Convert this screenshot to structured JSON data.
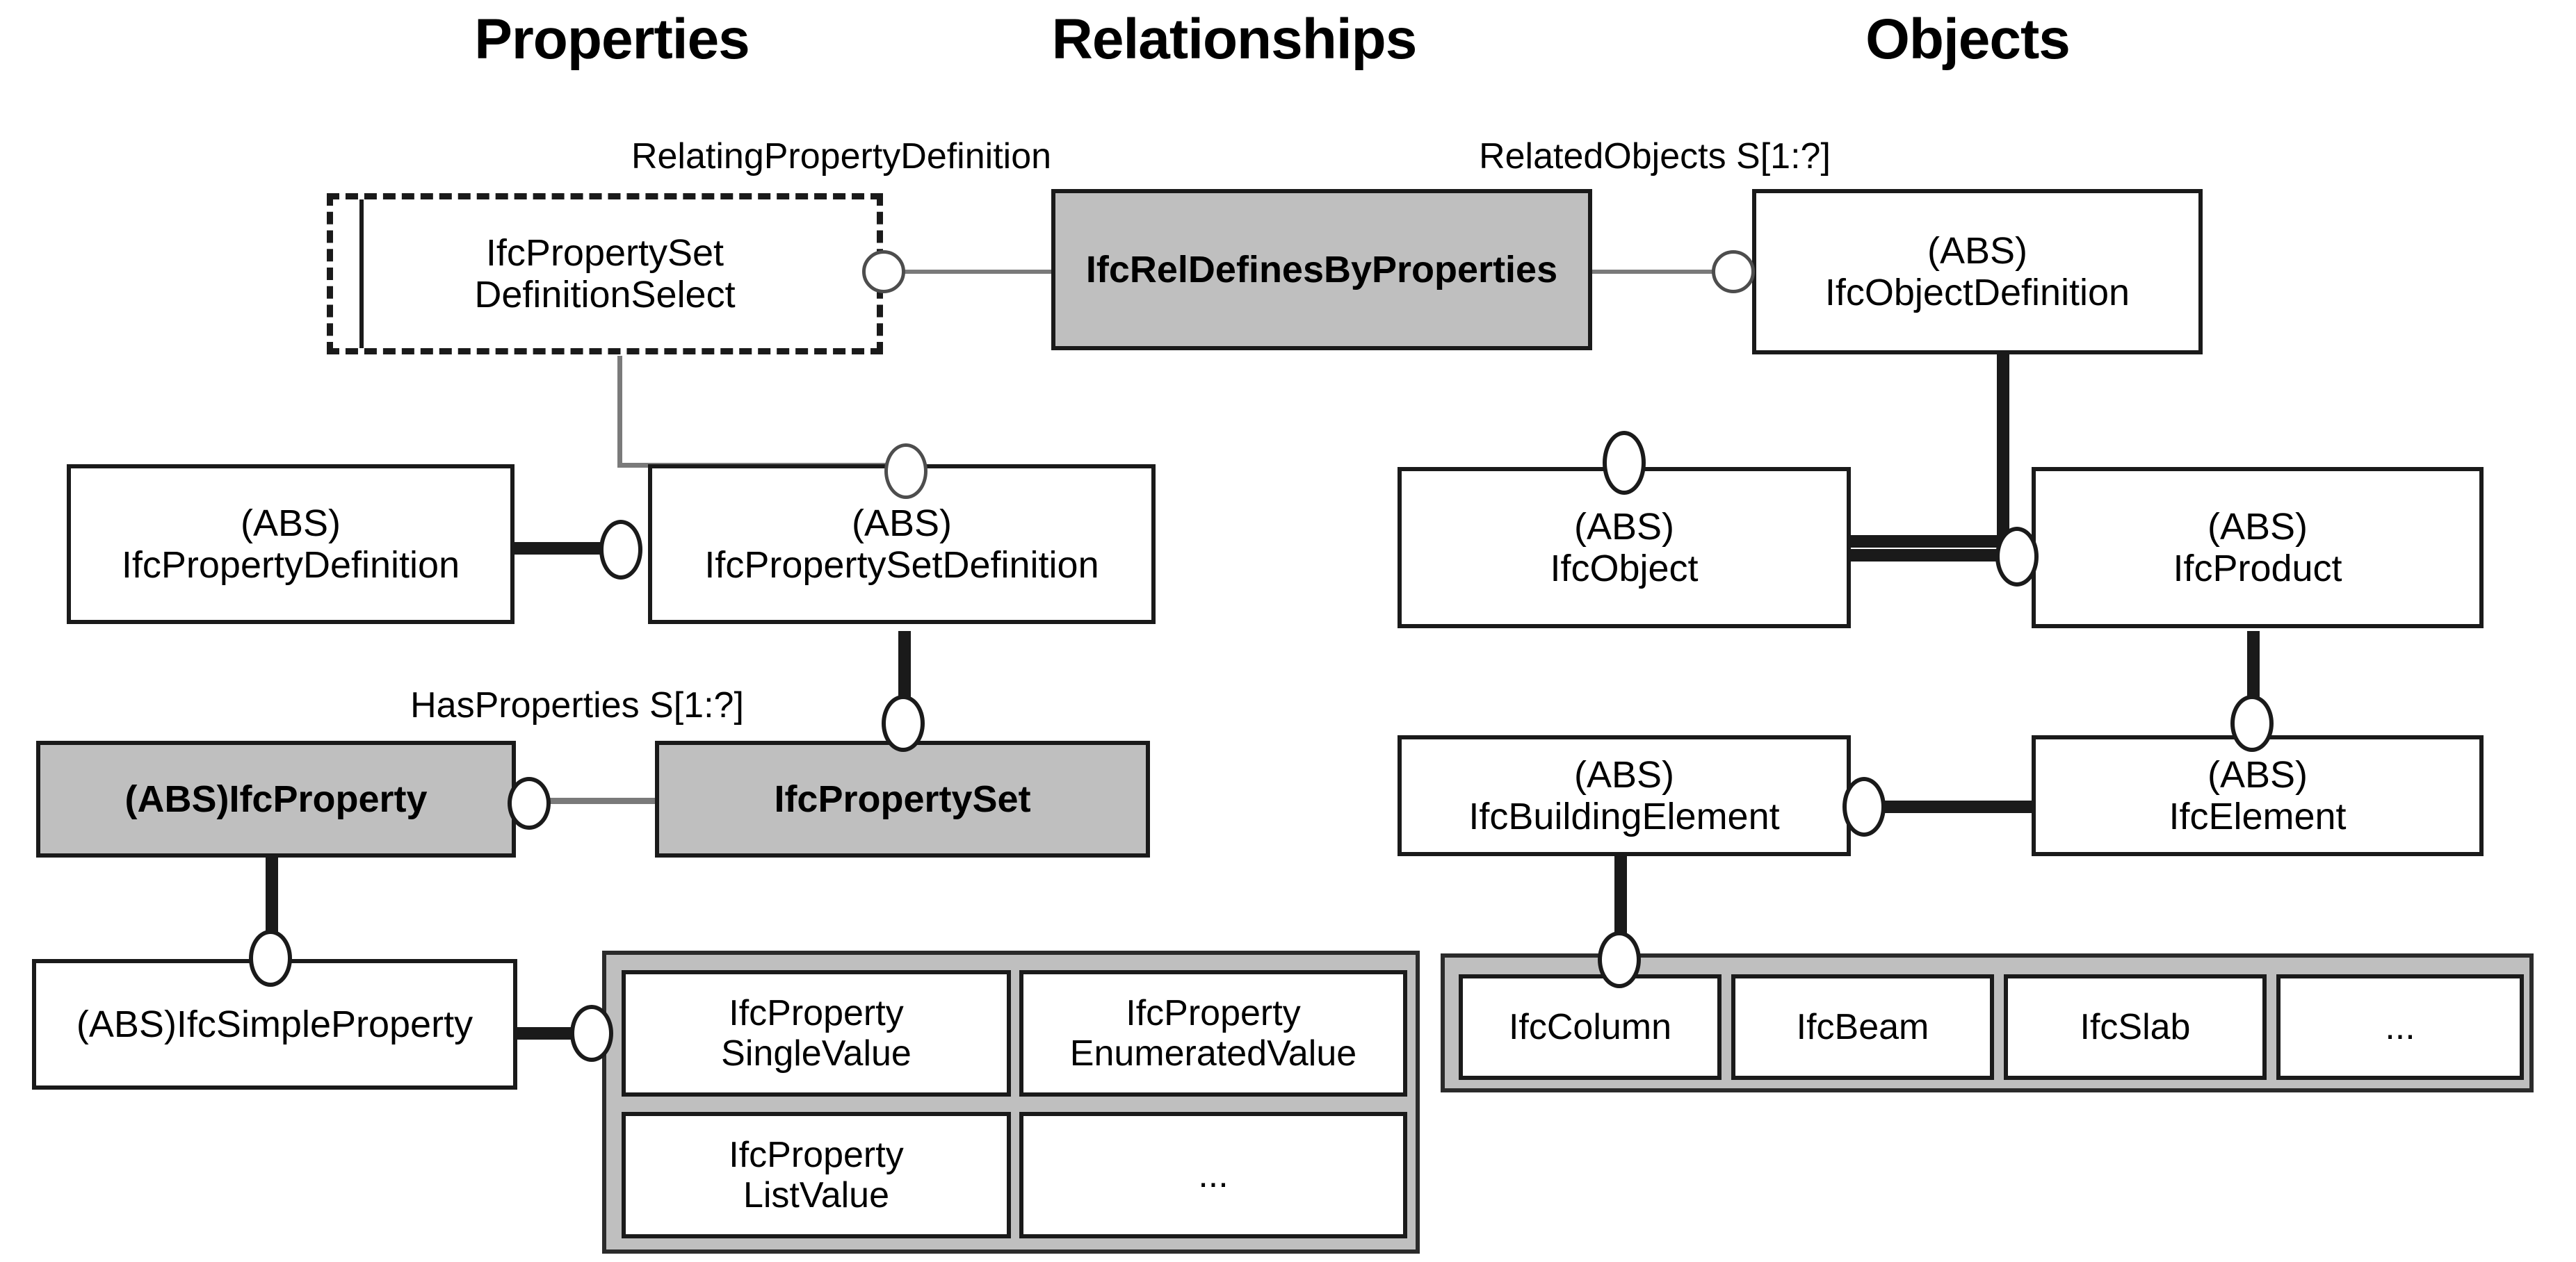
{
  "columns": [
    {
      "label": "Properties"
    },
    {
      "label": "Relationships"
    },
    {
      "label": "Objects"
    }
  ],
  "edge_labels": [
    {
      "label": "RelatingPropertyDefinition"
    },
    {
      "label": "RelatedObjects S[1:?]"
    },
    {
      "label": "HasProperties S[1:?]"
    }
  ],
  "entities": {
    "property_set_definition_select": {
      "line1": "IfcPropertySet",
      "line2": "DefinitionSelect"
    },
    "rel_defines_by_properties": {
      "label": "IfcRelDefinesByProperties"
    },
    "object_definition": {
      "line1": "(ABS)",
      "line2": "IfcObjectDefinition"
    },
    "property_definition": {
      "line1": "(ABS)",
      "line2": "IfcPropertyDefinition"
    },
    "property_set_definition": {
      "line1": "(ABS)",
      "line2": "IfcPropertySetDefinition"
    },
    "object": {
      "line1": "(ABS)",
      "line2": "IfcObject"
    },
    "product": {
      "line1": "(ABS)",
      "line2": "IfcProduct"
    },
    "property": {
      "label": "(ABS)IfcProperty"
    },
    "property_set": {
      "label": "IfcPropertySet"
    },
    "building_element": {
      "line1": "(ABS)",
      "line2": "IfcBuildingElement"
    },
    "element": {
      "line1": "(ABS)",
      "line2": "IfcElement"
    },
    "simple_property": {
      "label": "(ABS)IfcSimpleProperty"
    }
  },
  "simple_property_group": {
    "cells": [
      {
        "line1": "IfcProperty",
        "line2": "SingleValue"
      },
      {
        "line1": "IfcProperty",
        "line2": "EnumeratedValue"
      },
      {
        "line1": "IfcProperty",
        "line2": "ListValue"
      },
      {
        "line1": "...",
        "line2": ""
      }
    ]
  },
  "building_element_group": {
    "cells": [
      {
        "label": "IfcColumn"
      },
      {
        "label": "IfcBeam"
      },
      {
        "label": "IfcSlab"
      },
      {
        "label": "..."
      }
    ]
  },
  "colors": {
    "highlight_fill": "#bfbfbf",
    "box_fill": "#ffffff",
    "stroke": "#1a1a1a",
    "thin_stroke": "#7a7a7a"
  }
}
